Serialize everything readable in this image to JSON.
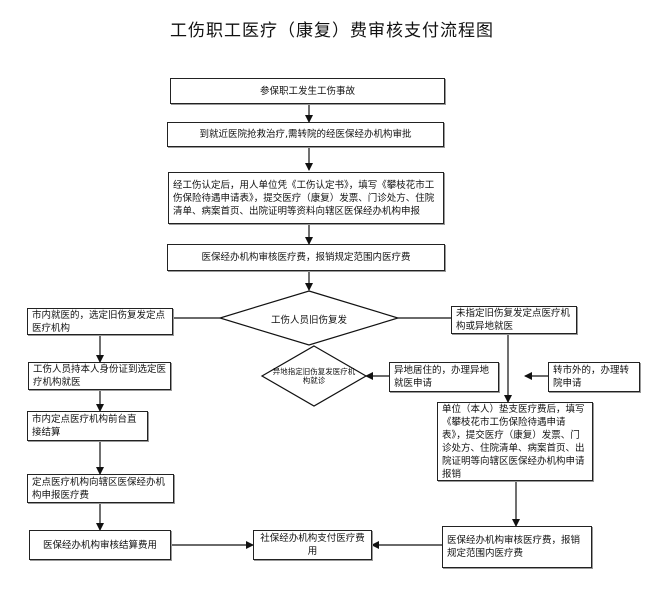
{
  "title": "工伤职工医疗（康复）费审核支付流程图",
  "nodes": {
    "accident": "参保职工发生工伤事故",
    "treatment": "到就近医院抢救治疗,需转院的经医保经办机构审批",
    "submit": "经工伤认定后，用人单位凭《工伤认定书》，填写《攀枝花市工伤保险待遇申请表》，提交医疗（康复）发票、门诊处方、住院清单、病案首页、出院证明等资料向辖区医保经办机构申报",
    "review": "医保经办机构审核医疗费，报销规定范围内医疗费",
    "decision": "工伤人员旧伤复发",
    "left_branch": "市内就医的，选定旧伤复发定点医疗机构",
    "right_branch": "未指定旧伤复发定点医疗机构或异地就医",
    "id_card": "工伤人员持本人身份证到选定医疗机构就医",
    "small_decision": "异地指定旧伤复发医疗机构就诊",
    "remote": "异地居住的，办理异地就医申请",
    "transfer": "转市外的，办理转院申请",
    "direct_settle": "市内定点医疗机构前台直接结算",
    "unit_pay": "单位（本人）垫支医疗费后，填写《攀枝花市工伤保险待遇申请表》，提交医疗（康复）发票、门诊处方、住院清单、病案首页、出院证明等向辖区医保经办机构申请报销",
    "declare": "定点医疗机构向辖区医保经办机构申报医疗费",
    "review_left": "医保经办机构审核结算费用",
    "payment": "社保经办机构支付医疗费用",
    "review_right": "医保经办机构审核医疗费，报销规定范围内医疗费"
  }
}
